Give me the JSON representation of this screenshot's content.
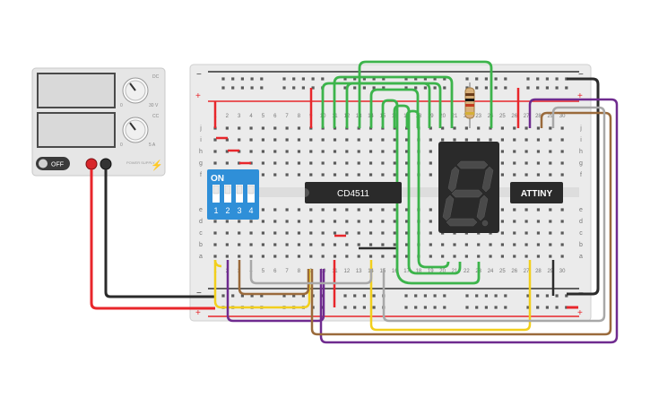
{
  "power_supply": {
    "switch_label": "OFF",
    "brand_label": "POWER SUPPLY",
    "voltage_max": "30 V",
    "current_max": "5 A",
    "voltage_min": "0",
    "current_min": "0",
    "voltage_knob_label": "DC",
    "current_knob_label": "CC"
  },
  "breadboard": {
    "rail_minus": "−",
    "rail_plus": "+",
    "row_letters_top": [
      "j",
      "i",
      "h",
      "g",
      "f"
    ],
    "row_letters_bottom": [
      "e",
      "d",
      "c",
      "b",
      "a"
    ],
    "column_numbers": [
      "1",
      "2",
      "3",
      "4",
      "5",
      "6",
      "7",
      "8",
      "9",
      "10",
      "11",
      "12",
      "13",
      "14",
      "15",
      "16",
      "17",
      "18",
      "19",
      "20",
      "21",
      "22",
      "23",
      "24",
      "25",
      "26",
      "27",
      "28",
      "29",
      "30"
    ]
  },
  "dip_switch": {
    "on_label": "ON",
    "positions": [
      "1",
      "2",
      "3",
      "4"
    ]
  },
  "decoder_chip": {
    "label": "CD4511"
  },
  "micro_chip": {
    "label": "ATTINY"
  },
  "seven_segment": {
    "digit": "8"
  },
  "colors": {
    "red_wire": "#e8262b",
    "black_wire": "#2b2b2b",
    "green_wire": "#3cb44b",
    "yellow_wire": "#f2cf1d",
    "purple_wire": "#6f2b8f",
    "brown_wire": "#9a6a3b",
    "gray_wire": "#a8a8a8",
    "dip_switch": "#2f8fd8",
    "chip": "#2a2a2a"
  }
}
